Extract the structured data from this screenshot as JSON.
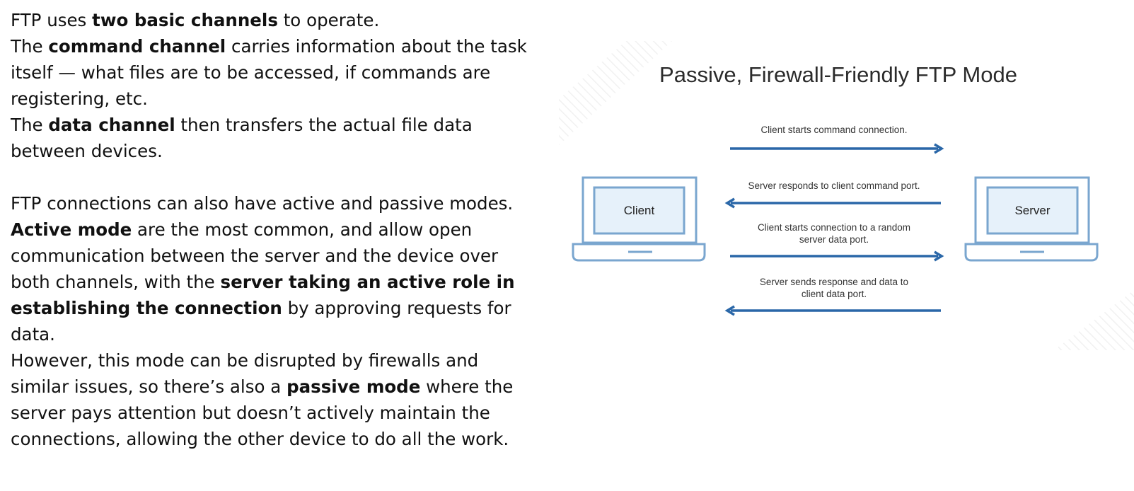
{
  "text": {
    "p1": {
      "a": "FTP uses ",
      "b": "two basic channels",
      "c": " to operate."
    },
    "p2": {
      "a": "The ",
      "b": "command channel",
      "c": " carries information about the task itself — what files are to be accessed, if commands are registering, etc."
    },
    "p3": {
      "a": "The ",
      "b": "data channel",
      "c": " then transfers the actual file data between devices."
    },
    "p4": "FTP connections can also have active and passive modes.",
    "p5": {
      "b1": "Active mode",
      "a": " are the most common, and allow open communication between the server and the device over both channels, with the ",
      "b2": "server taking an active role in establishing the connection",
      "c": " by approving requests for data."
    },
    "p6": {
      "a": "However, this mode can be disrupted by firewalls and similar issues, so there’s also a ",
      "b": "passive mode",
      "c": " where the server pays attention but doesn’t actively maintain the connections, allowing the other device to do all the work."
    }
  },
  "diagram": {
    "title": "Passive, Firewall-Friendly FTP Mode",
    "client_label": "Client",
    "server_label": "Server",
    "arrows": [
      {
        "label": "Client starts command connection.",
        "direction": "to-server"
      },
      {
        "label": "Server responds to client command port.",
        "direction": "to-client"
      },
      {
        "label": "Client starts connection to a random server data port.",
        "direction": "to-server"
      },
      {
        "label": "Server sends response and data to client data port.",
        "direction": "to-client"
      }
    ],
    "colors": {
      "device_stroke": "#7aa6cf",
      "device_fill": "#e6f1fa",
      "arrow": "#2a67a8"
    }
  }
}
